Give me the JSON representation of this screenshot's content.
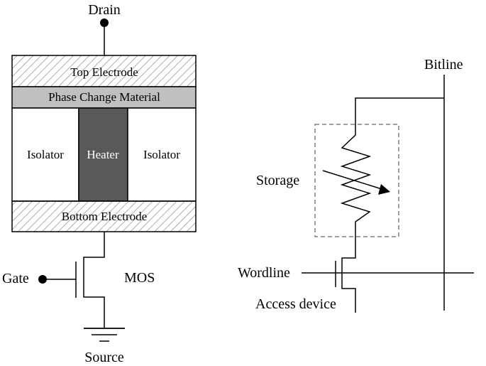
{
  "pcm_cell": {
    "drain_label": "Drain",
    "top_electrode_label": "Top Electrode",
    "phase_change_label": "Phase Change Material",
    "isolator_left_label": "Isolator",
    "heater_label": "Heater",
    "isolator_right_label": "Isolator",
    "bottom_electrode_label": "Bottom Electrode",
    "gate_label": "Gate",
    "mos_label": "MOS",
    "source_label": "Source"
  },
  "circuit": {
    "bitline_label": "Bitline",
    "storage_label": "Storage",
    "wordline_label": "Wordline",
    "access_device_label": "Access device"
  },
  "colors": {
    "phase_change_fill": "#c0c0c0",
    "heater_fill": "#595959",
    "stroke": "#000000",
    "dashed_box": "#808080"
  }
}
